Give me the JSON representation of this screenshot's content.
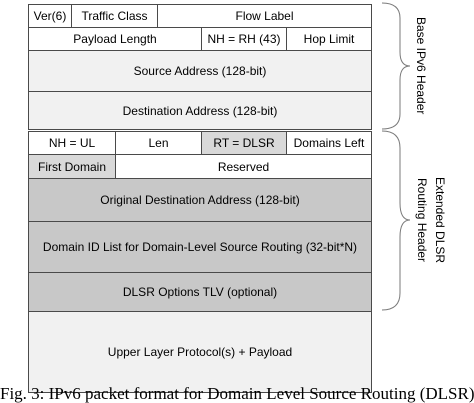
{
  "diagram": {
    "rows": {
      "r1": {
        "ver": "Ver(6)",
        "traffic_class": "Traffic Class",
        "flow_label": "Flow Label"
      },
      "r2": {
        "payload_length": "Payload Length",
        "nh": "NH = RH (43)",
        "hop_limit": "Hop Limit"
      },
      "r3": {
        "source": "Source Address (128-bit)"
      },
      "r4": {
        "destination": "Destination Address (128-bit)"
      },
      "r5": {
        "nh": "NH = UL",
        "len": "Len",
        "rt": "RT = DLSR",
        "domains_left": "Domains Left"
      },
      "r6": {
        "first_domain": "First Domain",
        "reserved": "Reserved"
      },
      "r7": {
        "original_destination": "Original Destination Address (128-bit)"
      },
      "r8": {
        "domain_id_list": "Domain ID List for Domain-Level Source Routing (32-bit*N)"
      },
      "r9": {
        "dlsr_options": "DLSR Options TLV (optional)"
      },
      "r10": {
        "upper_layer": "Upper Layer Protocol(s) + Payload"
      }
    },
    "brackets": {
      "base": "Base IPv6 Header",
      "extended_line1": "Extended DLSR",
      "extended_line2": "Routing Header"
    }
  },
  "caption": "Fig. 3: IPv6 packet format for Domain Level Source Routing (DLSR)"
}
